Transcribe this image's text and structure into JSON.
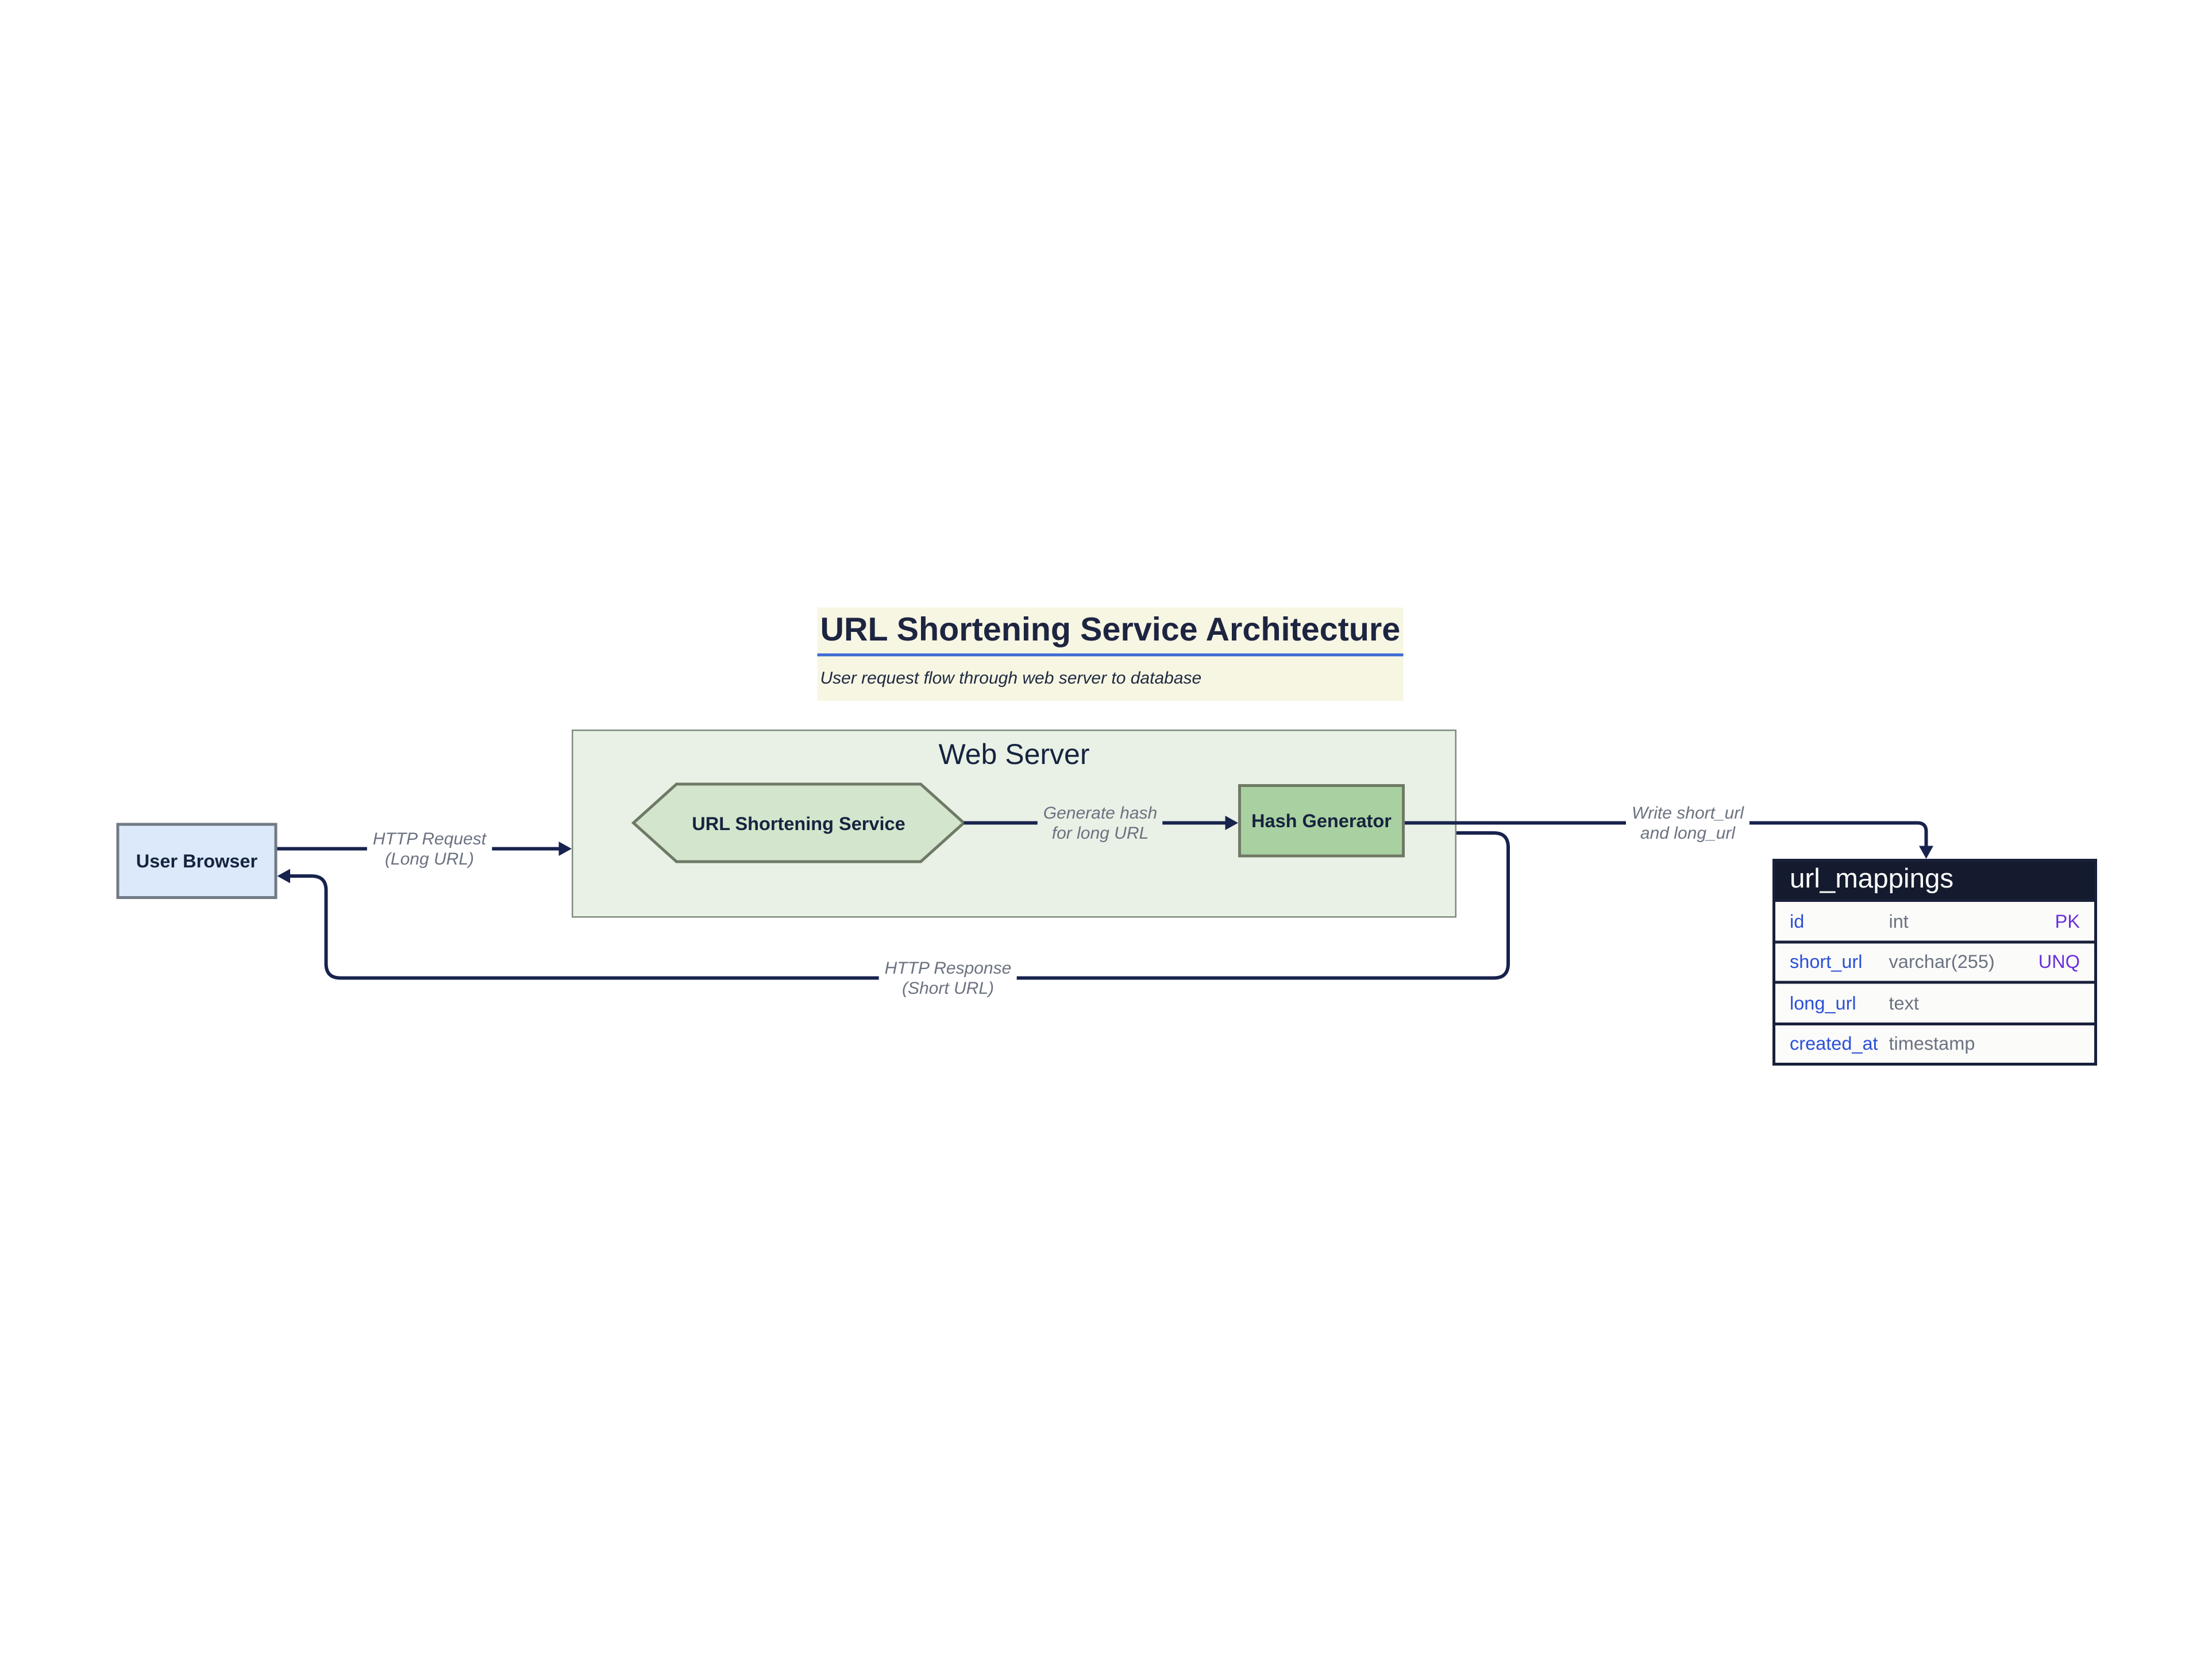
{
  "title_block": {
    "title": "URL Shortening Service Architecture",
    "subtitle": "User request flow through web server to database"
  },
  "nodes": {
    "user_browser": {
      "label": "User Browser"
    },
    "web_server": {
      "label": "Web Server"
    },
    "url_shortening_service": {
      "label": "URL Shortening Service"
    },
    "hash_generator": {
      "label": "Hash Generator"
    }
  },
  "edges": {
    "http_request": {
      "line1": "HTTP Request",
      "line2": "(Long URL)"
    },
    "generate_hash": {
      "line1": "Generate hash",
      "line2": "for long URL"
    },
    "write_mapping": {
      "line1": "Write short_url",
      "line2": "and long_url"
    },
    "http_response": {
      "line1": "HTTP Response",
      "line2": "(Short URL)"
    }
  },
  "database": {
    "entity": "url_mappings",
    "columns": [
      {
        "name": "id",
        "type": "int",
        "key": "PK"
      },
      {
        "name": "short_url",
        "type": "varchar(255)",
        "key": "UNQ"
      },
      {
        "name": "long_url",
        "type": "text",
        "key": ""
      },
      {
        "name": "created_at",
        "type": "timestamp",
        "key": ""
      }
    ]
  },
  "colors": {
    "title_bg": "#f6f6e3",
    "title_text": "#1d2540",
    "title_rule": "#3b6ad3",
    "browser_fill": "#dbe9fa",
    "container_fill": "#e9f1e6",
    "hexagon_fill": "#d3e5cc",
    "hash_fill": "#a9d0a0",
    "node_border": "#6f7a66",
    "edge_line": "#17234d",
    "edge_label_text": "#6b7280",
    "table_header_bg": "#141b2e",
    "table_attr_blue": "#2b4fd7",
    "table_type_gray": "#6b7280",
    "table_key_purple": "#6a30d9"
  }
}
